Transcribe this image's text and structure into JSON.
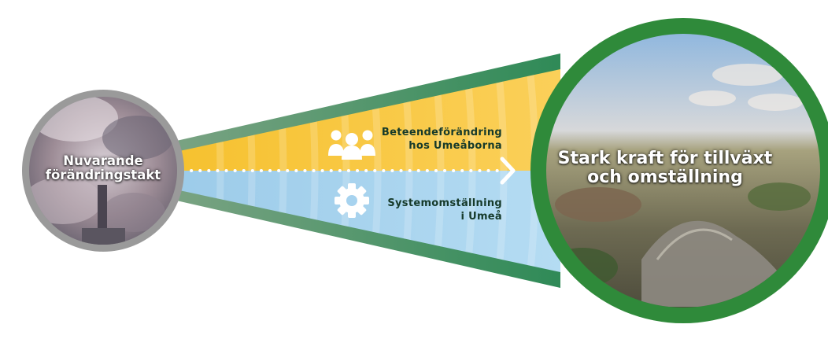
{
  "left_circle": {
    "lines": [
      "Nuvarande",
      "förändringstakt"
    ]
  },
  "right_circle": {
    "lines": [
      "Stark kraft för tillväxt",
      "och omställning"
    ]
  },
  "top_band": {
    "lines": [
      "Beteendeförändring",
      "hos Umeåborna"
    ],
    "icon": "people-group-icon",
    "color": "#f9c23c"
  },
  "bottom_band": {
    "lines": [
      "Systemomställning",
      "i Umeå"
    ],
    "icon": "gear-icon",
    "color": "#a7d3ef"
  },
  "colors": {
    "funnel_border": "#2f8a57",
    "ring_left": "#9a9a9a",
    "ring_right": "#2f8a3a"
  }
}
